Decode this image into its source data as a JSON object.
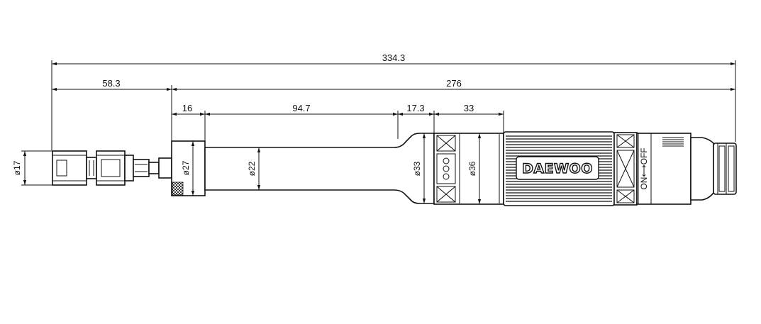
{
  "dimensions": {
    "overall": "334.3",
    "front": "58.3",
    "rear": "276",
    "collar": "16",
    "shaft": "94.7",
    "taper": "17.3",
    "nut": "33"
  },
  "diameters": {
    "collet": "ø17",
    "collar": "ø27",
    "shaft": "ø22",
    "nut": "ø33",
    "body": "ø36"
  },
  "brand": "DAEWOO",
  "switch_label": "ON⟷OFF"
}
